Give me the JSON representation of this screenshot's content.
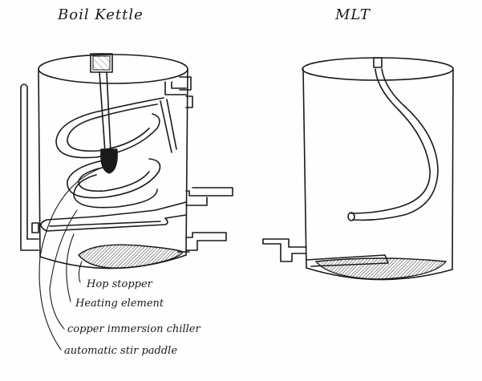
{
  "titles": {
    "boil_kettle": "Boil Kettle",
    "mlt": "MLT"
  },
  "labels": {
    "hop_stopper": "Hop stopper",
    "heating_element": "Heating element",
    "copper_chiller": "copper immersion chiller",
    "stir_paddle": "automatic stir paddle"
  },
  "colors": {
    "ink": "#1a1a1a",
    "paper": "#fefefe"
  }
}
